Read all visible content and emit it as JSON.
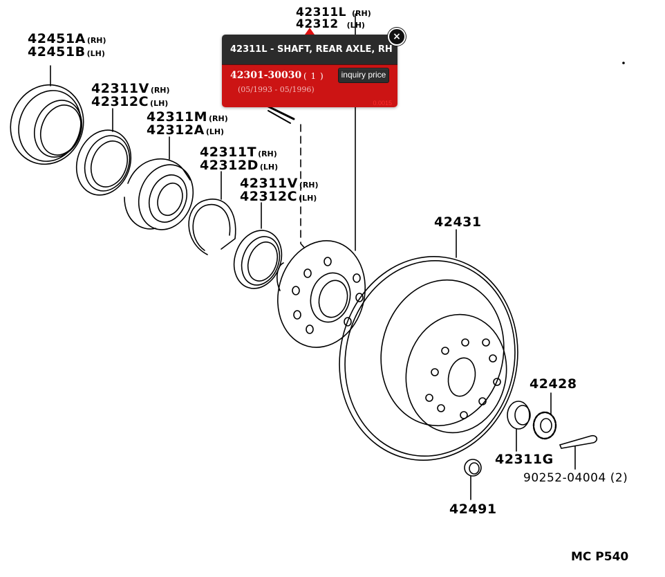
{
  "diagram": {
    "reference": "MC P540",
    "labels": {
      "bearing_cap": {
        "lines": [
          {
            "part": "42451A",
            "side": "(RH)"
          },
          {
            "part": "42451B",
            "side": "(LH)"
          }
        ]
      },
      "outer_seal": {
        "lines": [
          {
            "part": "42311V",
            "side": "(RH)"
          },
          {
            "part": "42312C",
            "side": "(LH)"
          }
        ]
      },
      "bearing": {
        "lines": [
          {
            "part": "42311M",
            "side": "(RH)"
          },
          {
            "part": "42312A",
            "side": "(LH)"
          }
        ]
      },
      "snap_ring": {
        "lines": [
          {
            "part": "42311T",
            "side": "(RH)"
          },
          {
            "part": "42312D",
            "side": "(LH)"
          }
        ]
      },
      "inner_seal": {
        "lines": [
          {
            "part": "42311V",
            "side": "(RH)"
          },
          {
            "part": "42312C",
            "side": "(LH)"
          }
        ]
      },
      "shaft": {
        "lines": [
          {
            "part": "42311L",
            "side": "(RH)"
          },
          {
            "part": "42312",
            "side": "(LH)"
          }
        ]
      },
      "disc": {
        "part": "42431"
      },
      "nut_lock": {
        "part": "42428"
      },
      "nut": {
        "part": "42311G"
      },
      "cotter_pin": {
        "part": "90252-04004 (2)"
      },
      "cap": {
        "part": "42491"
      }
    }
  },
  "popup": {
    "title": "42311L - SHAFT, REAR AXLE, RH",
    "part_number": "42301-30030",
    "quantity": "( 1 )",
    "date_range": "(05/1993 - 05/1996)",
    "inquiry_button": "inquiry price",
    "code": "0.0015",
    "close_label": "×",
    "colors": {
      "header": "#2b2b2b",
      "body": "#cc1414",
      "button": "#2e2e2e"
    }
  }
}
